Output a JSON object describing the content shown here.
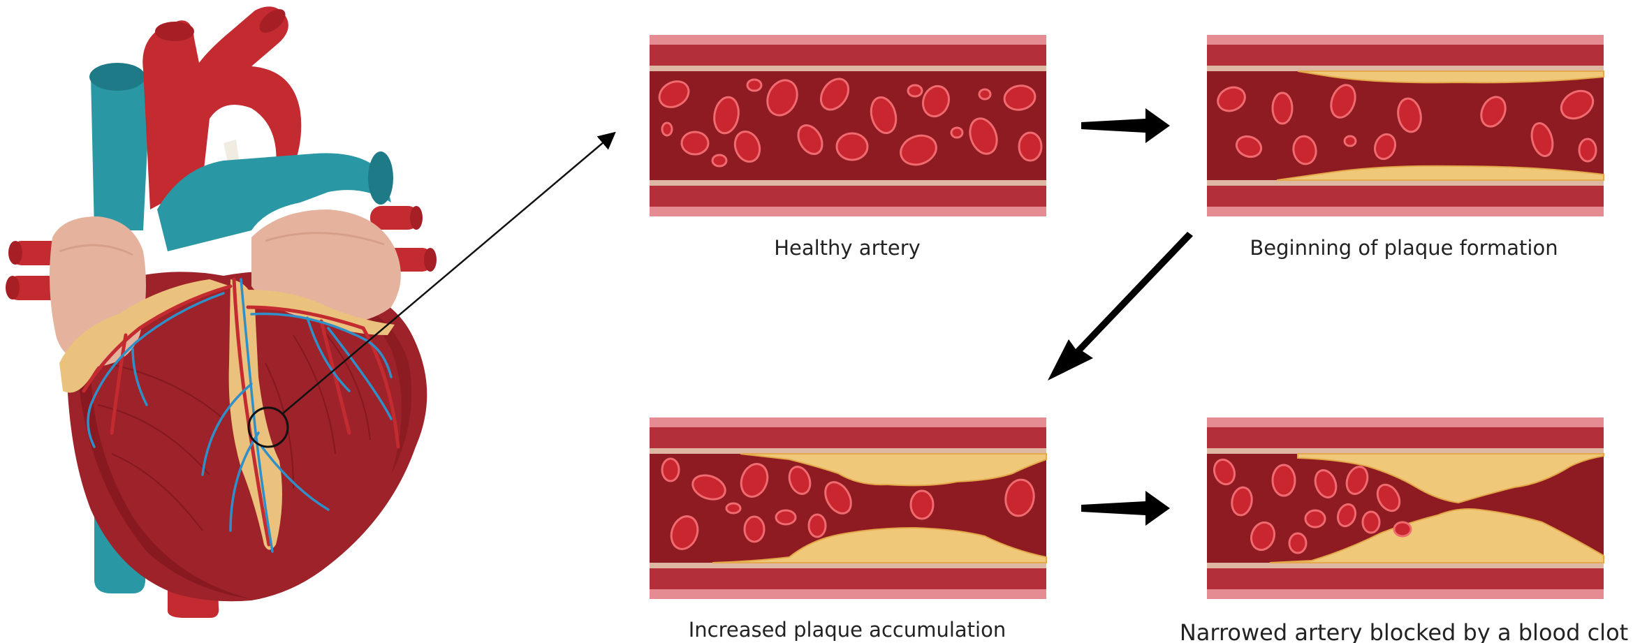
{
  "stages": [
    {
      "id": "healthy",
      "label": "Healthy artery"
    },
    {
      "id": "beginning",
      "label": "Beginning of plaque formation"
    },
    {
      "id": "increased",
      "label": "Increased plaque accumulation"
    },
    {
      "id": "narrowed",
      "label": "Narrowed artery blocked by a blood clot"
    }
  ],
  "colors": {
    "wall_outer": "#c9454e",
    "wall_mid": "#b3303a",
    "wall_pink": "#e48c91",
    "lining": "#ddb7a1",
    "lumen": "#8e1b22",
    "blood_cell": "#c9262f",
    "blood_cell_rim": "#ef6b70",
    "plaque": "#f0c879",
    "plaque_edge": "#e3a94a",
    "heart_muscle": "#9d2229",
    "heart_dark": "#7c141b",
    "aorta": "#c32b31",
    "vena": "#2a97a5",
    "atrium": "#e5b39d",
    "fat": "#ebc27d",
    "arrow": "#000000",
    "text": "#222222"
  }
}
